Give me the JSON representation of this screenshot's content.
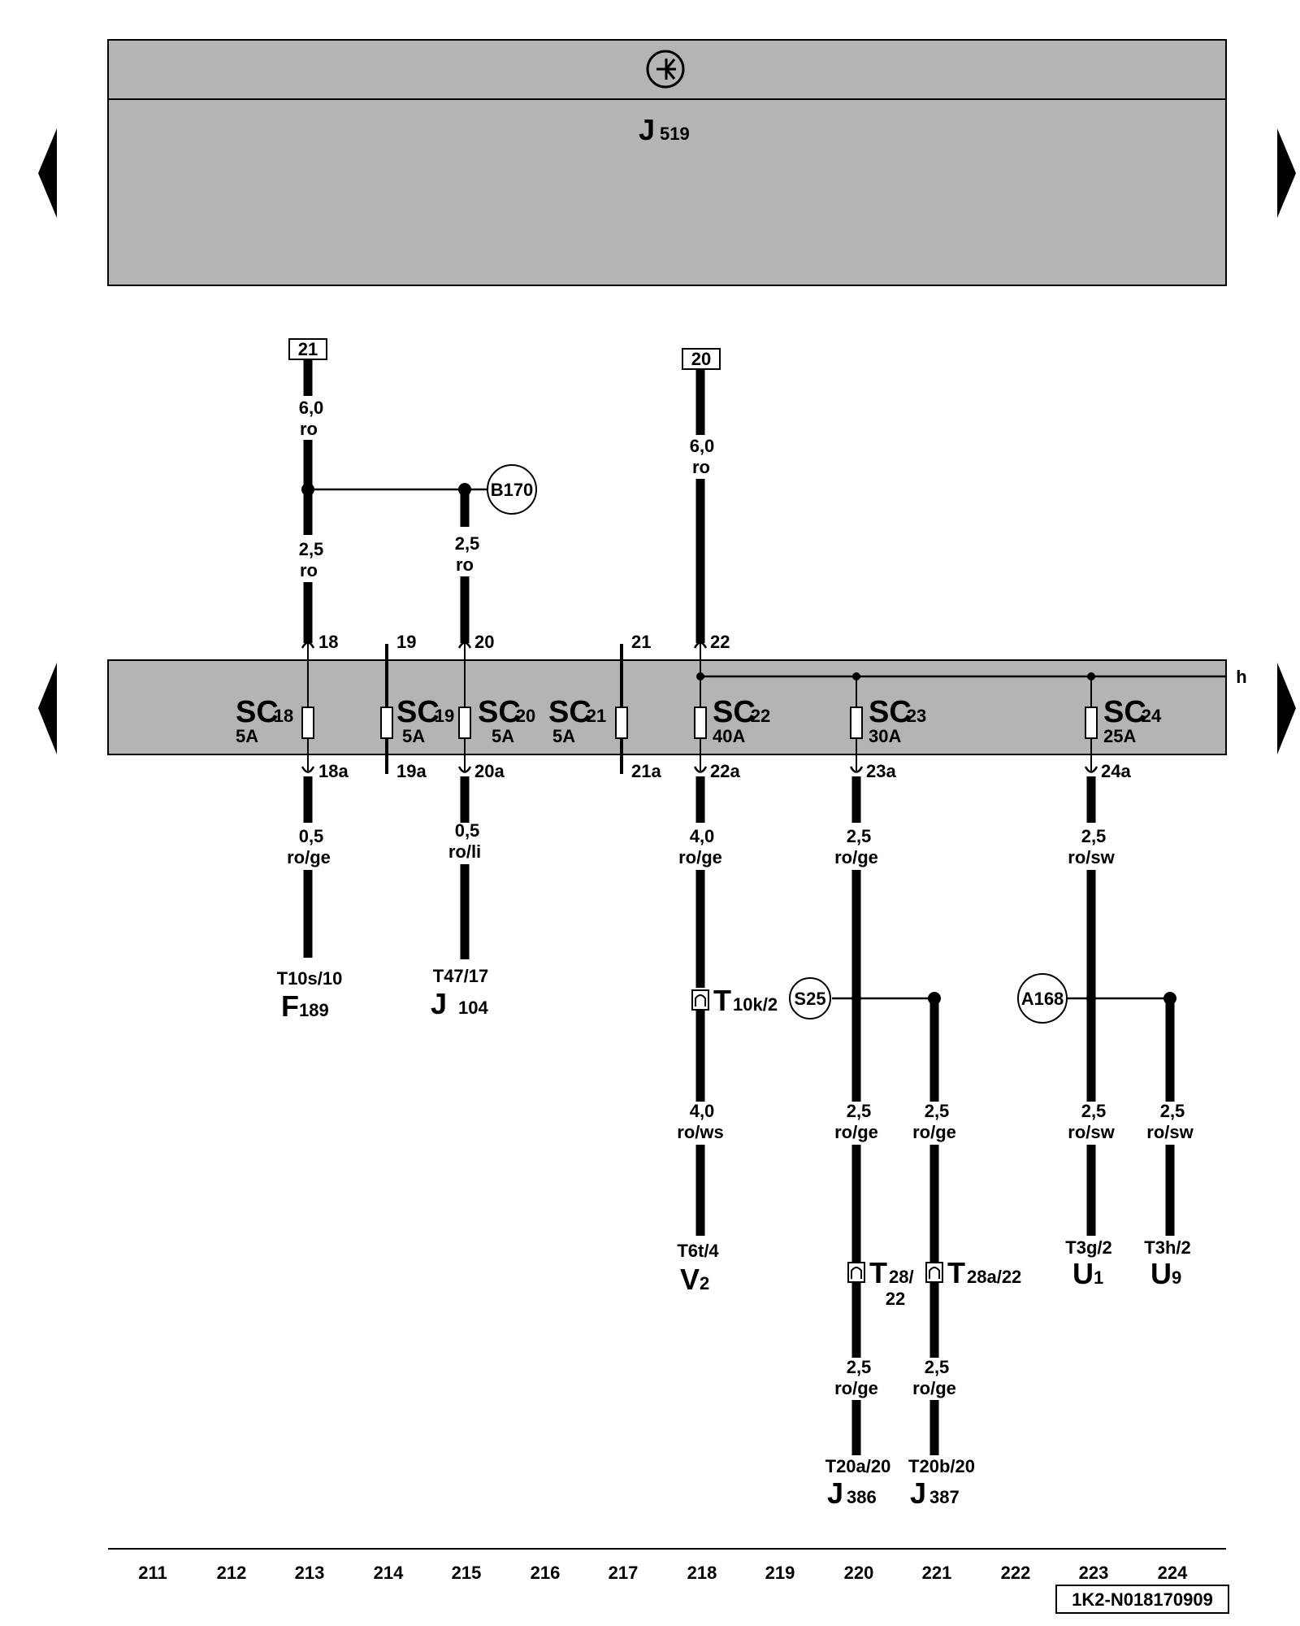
{
  "control_unit": {
    "letter": "J",
    "number": "519"
  },
  "wire_colors": {
    "band": "#b4b4b4",
    "line": "#000000",
    "paper": "#ffffff"
  },
  "icons": {
    "top_symbol": "transistor-icon",
    "nav": "triangle-arrow-icon"
  },
  "terminals_top": [
    {
      "id": "21",
      "wire": [
        "6,0",
        "ro"
      ]
    },
    {
      "id": "20",
      "wire": [
        "6,0",
        "ro"
      ]
    }
  ],
  "ground_points": [
    "B170",
    "S25",
    "A168"
  ],
  "upper_wires": [
    {
      "gauge": "2,5",
      "color": "ro"
    },
    {
      "gauge": "2,5",
      "color": "ro"
    }
  ],
  "fuses": [
    {
      "name": "SC",
      "num": "18",
      "amps": "5A",
      "pin_in": "18",
      "pin_out": "18a"
    },
    {
      "name": "SC",
      "num": "19",
      "amps": "5A",
      "pin_in": "19",
      "pin_out": "19a"
    },
    {
      "name": "SC",
      "num": "20",
      "amps": "5A",
      "pin_in": "20",
      "pin_out": "20a"
    },
    {
      "name": "SC",
      "num": "21",
      "amps": "5A",
      "pin_in": "21",
      "pin_out": "21a"
    },
    {
      "name": "SC",
      "num": "22",
      "amps": "40A",
      "pin_in": "22",
      "pin_out": "22a"
    },
    {
      "name": "SC",
      "num": "23",
      "amps": "30A",
      "pin_in": "",
      "pin_out": "23a"
    },
    {
      "name": "SC",
      "num": "24",
      "amps": "25A",
      "pin_in": "",
      "pin_out": "24a"
    }
  ],
  "busbar_label": "h",
  "lower_wires": [
    {
      "gauge": "0,5",
      "color": "ro/ge"
    },
    {
      "gauge": "0,5",
      "color": "ro/li"
    },
    {
      "gauge": "4,0",
      "color": "ro/ge"
    },
    {
      "gauge": "2,5",
      "color": "ro/ge"
    },
    {
      "gauge": "2,5",
      "color": "ro/sw"
    },
    {
      "gauge": "4,0",
      "color": "ro/ws"
    },
    {
      "gauge": "2,5",
      "color": "ro/ge"
    },
    {
      "gauge": "2,5",
      "color": "ro/ge"
    },
    {
      "gauge": "2,5",
      "color": "ro/sw"
    },
    {
      "gauge": "2,5",
      "color": "ro/sw"
    },
    {
      "gauge": "2,5",
      "color": "ro/ge"
    },
    {
      "gauge": "2,5",
      "color": "ro/ge"
    }
  ],
  "connectors": [
    {
      "letter": "T",
      "sub": "10k/2"
    },
    {
      "letter": "T",
      "sub": "28/",
      "sub2": "22"
    },
    {
      "letter": "T",
      "sub": "28a/22"
    }
  ],
  "components": [
    {
      "pin": "T10s/10",
      "letter": "F",
      "num": "189"
    },
    {
      "pin": "T47/17",
      "letter": "J",
      "num": "104"
    },
    {
      "pin": "T6t/4",
      "letter": "V",
      "num": "2"
    },
    {
      "pin": "T3g/2",
      "letter": "U",
      "num": "1"
    },
    {
      "pin": "T3h/2",
      "letter": "U",
      "num": "9"
    },
    {
      "pin": "T20a/20",
      "letter": "J",
      "num": "386"
    },
    {
      "pin": "T20b/20",
      "letter": "J",
      "num": "387"
    }
  ],
  "grid_numbers": [
    "211",
    "212",
    "213",
    "214",
    "215",
    "216",
    "217",
    "218",
    "219",
    "220",
    "221",
    "222",
    "223",
    "224"
  ],
  "doc_code": "1K2-N018170909"
}
